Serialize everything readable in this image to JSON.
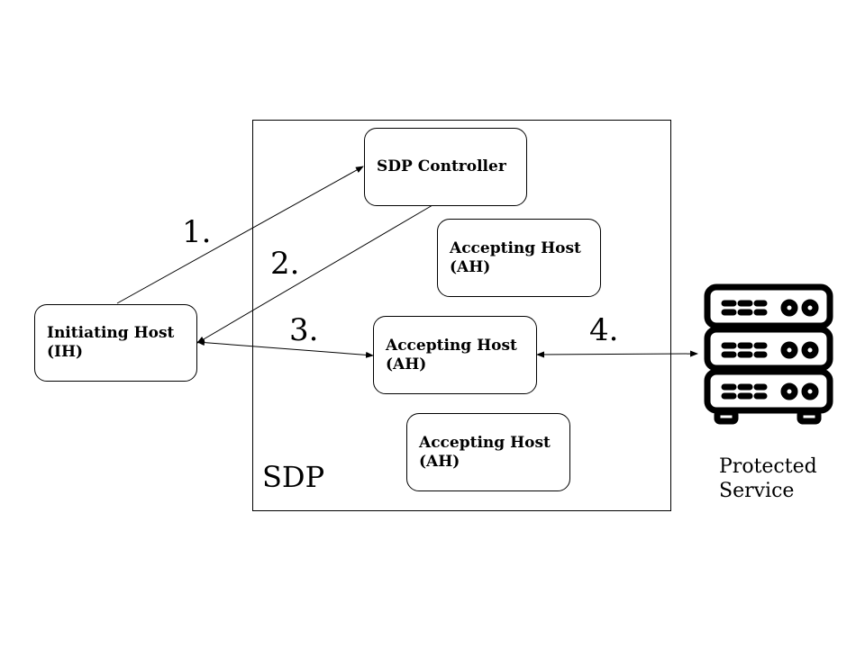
{
  "diagram": {
    "boundary_label": "SDP",
    "controller": {
      "label": "SDP Controller"
    },
    "initiating_host": {
      "label": "Initiating Host\n(IH)"
    },
    "accepting_hosts": [
      {
        "label": "Accepting Host\n(AH)"
      },
      {
        "label": "Accepting Host\n(AH)"
      },
      {
        "label": "Accepting Host\n(AH)"
      }
    ],
    "steps": [
      "1.",
      "2.",
      "3.",
      "4."
    ],
    "protected_service": {
      "label": "Protected\nService",
      "icon": "server-rack-icon"
    },
    "colors": {
      "stroke": "#000000",
      "background": "#ffffff"
    }
  }
}
